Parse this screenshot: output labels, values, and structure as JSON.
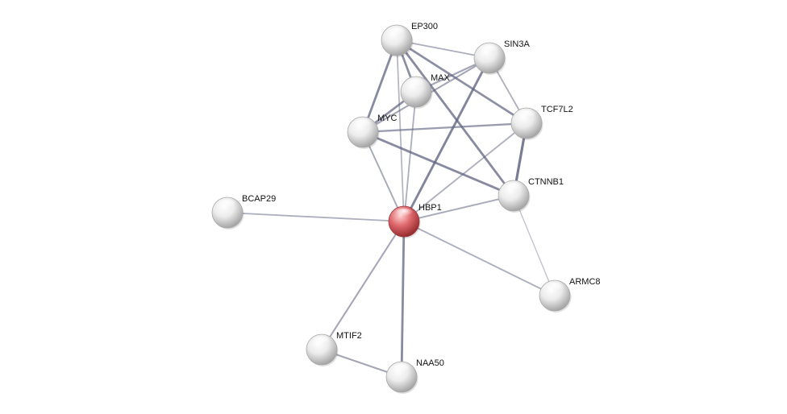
{
  "colors": {
    "background": "#ffffff",
    "edge": "#5f6380",
    "node_default": "#e6e6e6",
    "node_query": "#d9575c",
    "label": "#111111"
  },
  "nodes": [
    {
      "id": "EP300",
      "label": "EP300",
      "query": false
    },
    {
      "id": "SIN3A",
      "label": "SIN3A",
      "query": false
    },
    {
      "id": "MAX",
      "label": "MAX",
      "query": false
    },
    {
      "id": "TCF7L2",
      "label": "TCF7L2",
      "query": false
    },
    {
      "id": "MYC",
      "label": "MYC",
      "query": false
    },
    {
      "id": "CTNNB1",
      "label": "CTNNB1",
      "query": false
    },
    {
      "id": "BCAP29",
      "label": "BCAP29",
      "query": false
    },
    {
      "id": "HBP1",
      "label": "HBP1",
      "query": true
    },
    {
      "id": "ARMC8",
      "label": "ARMC8",
      "query": false
    },
    {
      "id": "MTIF2",
      "label": "MTIF2",
      "query": false
    },
    {
      "id": "NAA50",
      "label": "NAA50",
      "query": false
    }
  ],
  "edges": [
    {
      "source": "EP300",
      "target": "SIN3A",
      "weight": 0.35
    },
    {
      "source": "EP300",
      "target": "MAX",
      "weight": 0.7
    },
    {
      "source": "EP300",
      "target": "MYC",
      "weight": 0.75
    },
    {
      "source": "EP300",
      "target": "TCF7L2",
      "weight": 0.7
    },
    {
      "source": "EP300",
      "target": "CTNNB1",
      "weight": 0.75
    },
    {
      "source": "EP300",
      "target": "HBP1",
      "weight": 0.3
    },
    {
      "source": "SIN3A",
      "target": "MAX",
      "weight": 0.45
    },
    {
      "source": "SIN3A",
      "target": "MYC",
      "weight": 0.45
    },
    {
      "source": "SIN3A",
      "target": "TCF7L2",
      "weight": 0.35
    },
    {
      "source": "SIN3A",
      "target": "HBP1",
      "weight": 0.8
    },
    {
      "source": "MAX",
      "target": "MYC",
      "weight": 0.7
    },
    {
      "source": "MAX",
      "target": "HBP1",
      "weight": 0.35
    },
    {
      "source": "MYC",
      "target": "TCF7L2",
      "weight": 0.55
    },
    {
      "source": "MYC",
      "target": "CTNNB1",
      "weight": 0.75
    },
    {
      "source": "MYC",
      "target": "HBP1",
      "weight": 0.4
    },
    {
      "source": "TCF7L2",
      "target": "CTNNB1",
      "weight": 0.9
    },
    {
      "source": "TCF7L2",
      "target": "HBP1",
      "weight": 0.35
    },
    {
      "source": "CTNNB1",
      "target": "HBP1",
      "weight": 0.4
    },
    {
      "source": "CTNNB1",
      "target": "ARMC8",
      "weight": 0.15
    },
    {
      "source": "BCAP29",
      "target": "HBP1",
      "weight": 0.35
    },
    {
      "source": "HBP1",
      "target": "ARMC8",
      "weight": 0.35
    },
    {
      "source": "HBP1",
      "target": "MTIF2",
      "weight": 0.45
    },
    {
      "source": "HBP1",
      "target": "NAA50",
      "weight": 0.75
    },
    {
      "source": "MTIF2",
      "target": "NAA50",
      "weight": 0.45
    }
  ]
}
